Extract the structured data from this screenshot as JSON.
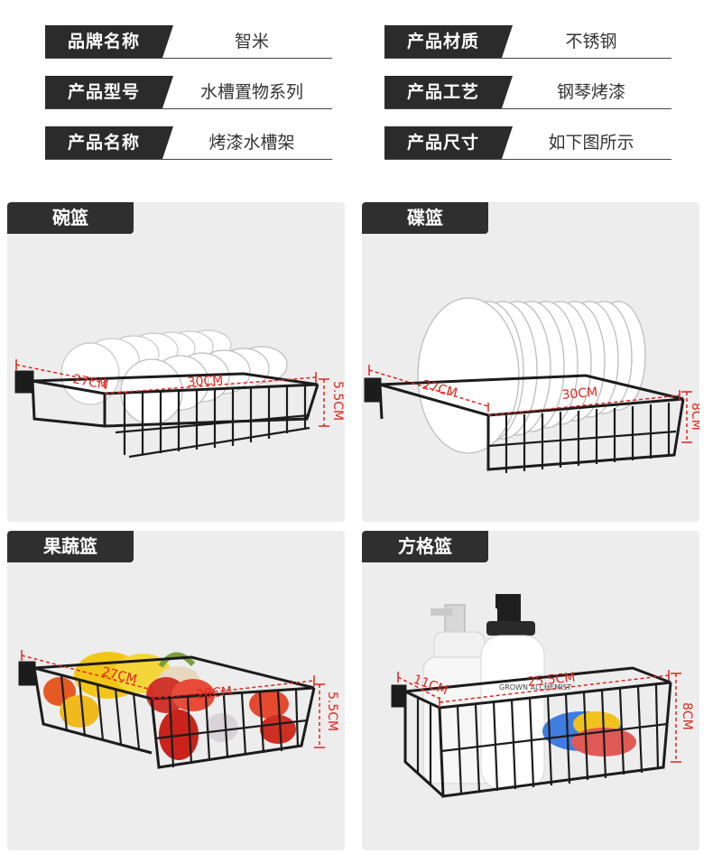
{
  "specs": {
    "brand": {
      "label": "品牌名称",
      "value": "智米"
    },
    "material": {
      "label": "产品材质",
      "value": "不锈钢"
    },
    "model": {
      "label": "产品型号",
      "value": "水槽置物系列"
    },
    "craft": {
      "label": "产品工艺",
      "value": "钢琴烤漆"
    },
    "name": {
      "label": "产品名称",
      "value": "烤漆水槽架"
    },
    "size": {
      "label": "产品尺寸",
      "value": "如下图所示"
    }
  },
  "panels": {
    "bowl": {
      "title": "碗篮",
      "width": "27CM",
      "length": "30CM",
      "height": "5.5CM"
    },
    "plate": {
      "title": "碟篮",
      "width": "27CM",
      "length": "30CM",
      "height": "8CM"
    },
    "veg": {
      "title": "果蔬篮",
      "width": "27CM",
      "length": "20CM",
      "height": "5.5CM"
    },
    "grid": {
      "title": "方格篮",
      "width": "11CM",
      "length": "25.5CM",
      "height": "8CM",
      "bottle_label": "GROWN ALCHEMIST"
    }
  },
  "colors": {
    "accent": "#e0251b",
    "tag": "#2b2b2b",
    "panel": "#ededed"
  }
}
